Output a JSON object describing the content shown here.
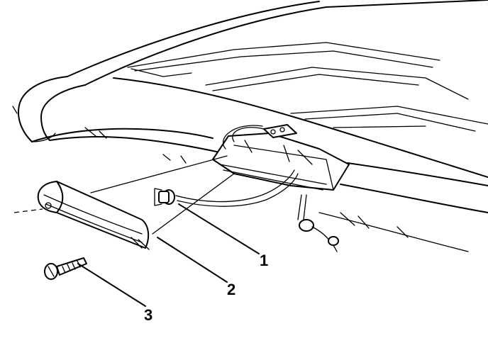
{
  "figure": {
    "callouts": [
      {
        "number": "1",
        "part": "bulb-and-socket"
      },
      {
        "number": "2",
        "part": "lamp-lens-housing"
      },
      {
        "number": "3",
        "part": "screw"
      }
    ]
  }
}
